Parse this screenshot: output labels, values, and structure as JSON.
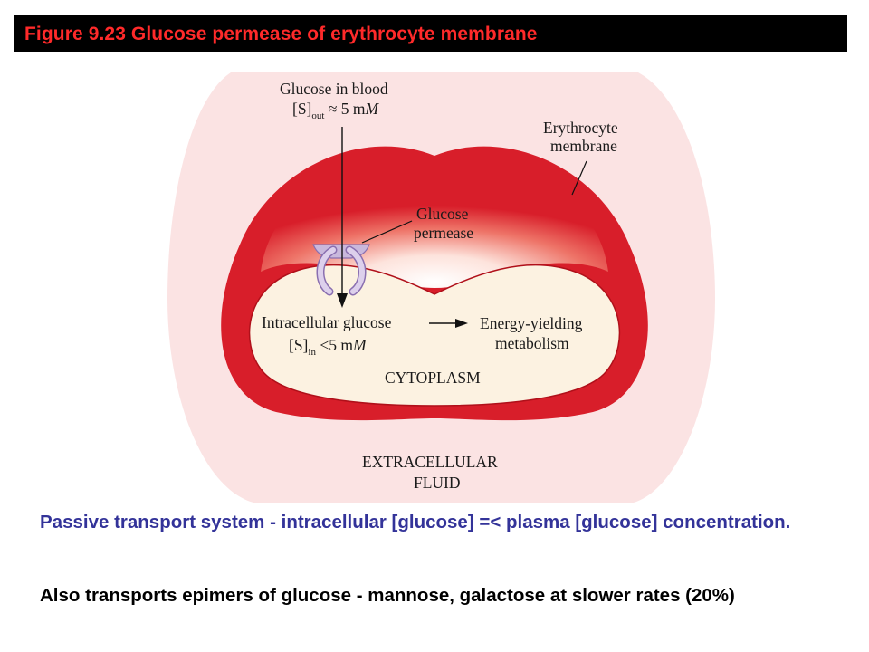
{
  "title": "Figure 9.23 Glucose permease of erythrocyte membrane",
  "colors": {
    "title_bg": "#000000",
    "title_text": "#ff2a2a",
    "background_blob": "#fbe3e3",
    "membrane": "#d81e2a",
    "cytoplasm": "#fcf2e1",
    "permease": "#c9b8dc",
    "caption_blue": "#333399",
    "caption_black": "#000000"
  },
  "labels": {
    "glucose_in_blood": "Glucose in blood",
    "s_out_main": "[S]",
    "s_out_sub": "out",
    "s_out_value": " ≈ 5 m",
    "s_out_unit": "M",
    "erythrocyte_line1": "Erythrocyte",
    "erythrocyte_line2": "membrane",
    "glucose_line1": "Glucose",
    "glucose_line2": "permease",
    "intracellular_glucose": "Intracellular glucose",
    "s_in_main": "[S]",
    "s_in_sub": "in",
    "s_in_value": " <5 m",
    "s_in_unit": "M",
    "energy_line1": "Energy-yielding",
    "energy_line2": "metabolism",
    "cytoplasm": "CYTOPLASM",
    "extracellular_line1": "EXTRACELLULAR",
    "extracellular_line2": "FLUID"
  },
  "captions": {
    "line1": "Passive transport system - intracellular [glucose] =< plasma [glucose] concentration.",
    "line2": "Also transports epimers of glucose - mannose, galactose at slower rates (20%)"
  }
}
